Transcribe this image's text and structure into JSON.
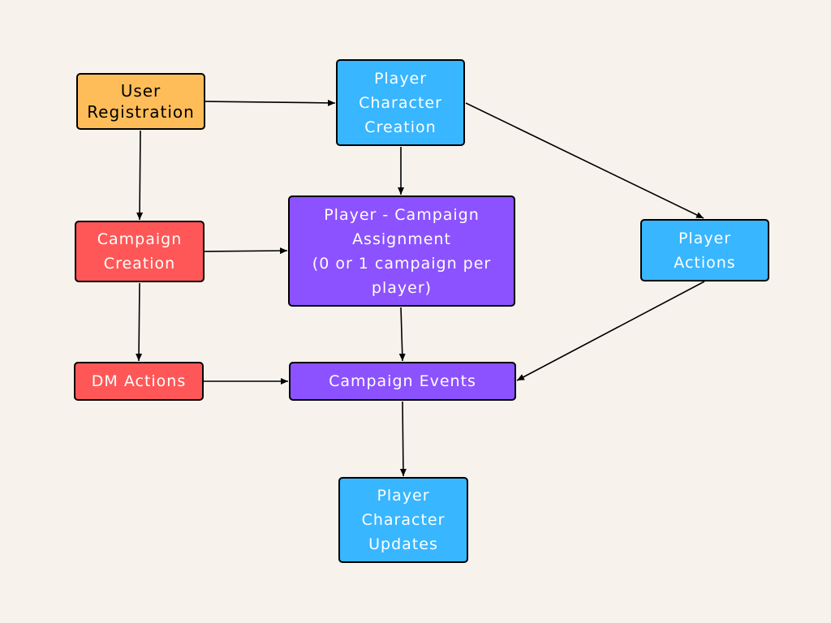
{
  "nodes": {
    "user_registration": {
      "label": "User\nRegistration",
      "color": "#ffbd59"
    },
    "player_character_creation": {
      "label": "Player\nCharacter\nCreation",
      "color": "#38b6ff"
    },
    "campaign_creation": {
      "label": "Campaign\nCreation",
      "color": "#ff5757"
    },
    "player_campaign_assignment": {
      "label": "Player - Campaign\nAssignment\n(0 or 1 campaign per\nplayer)",
      "color": "#8c52ff"
    },
    "player_actions": {
      "label": "Player\nActions",
      "color": "#38b6ff"
    },
    "dm_actions": {
      "label": "DM Actions",
      "color": "#ff5757"
    },
    "campaign_events": {
      "label": "Campaign Events",
      "color": "#8c52ff"
    },
    "player_character_updates": {
      "label": "Player\nCharacter\nUpdates",
      "color": "#38b6ff"
    }
  },
  "edges": [
    {
      "from": "user_registration",
      "to": "player_character_creation"
    },
    {
      "from": "user_registration",
      "to": "campaign_creation"
    },
    {
      "from": "player_character_creation",
      "to": "player_campaign_assignment"
    },
    {
      "from": "player_character_creation",
      "to": "player_actions"
    },
    {
      "from": "campaign_creation",
      "to": "player_campaign_assignment"
    },
    {
      "from": "campaign_creation",
      "to": "dm_actions"
    },
    {
      "from": "player_campaign_assignment",
      "to": "campaign_events"
    },
    {
      "from": "player_actions",
      "to": "campaign_events"
    },
    {
      "from": "dm_actions",
      "to": "campaign_events"
    },
    {
      "from": "campaign_events",
      "to": "player_character_updates"
    }
  ]
}
